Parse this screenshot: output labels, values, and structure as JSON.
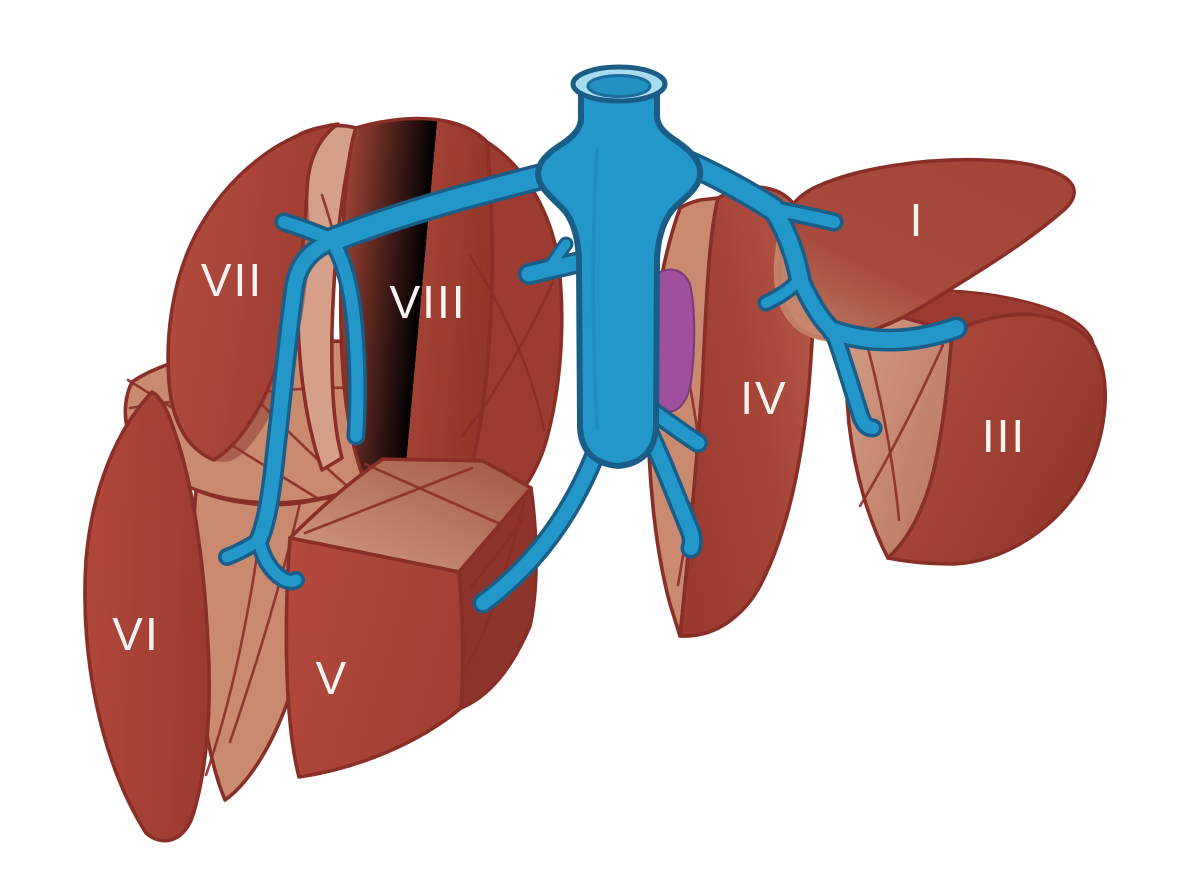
{
  "figure": {
    "kind": "medical-illustration",
    "subject": "Liver segments (Couinaud) exploded view with inferior vena cava and hepatic veins"
  },
  "labels": {
    "segment_1": "I",
    "segment_3": "III",
    "segment_4": "IV",
    "segment_5": "V",
    "segment_6": "VI",
    "segment_7": "VII",
    "segment_8": "VIII"
  },
  "colors": {
    "page-bg": "#ffffff",
    "liver-red": "#b2473c",
    "liver-red-dark": "#9c3b32",
    "liver-red-deep": "#8e342c",
    "cut-surface-tan": "#c98a70",
    "cut-surface-tan-light": "#d4a08a",
    "outline-maroon": "#8a2f27",
    "vessel-blue": "#2397c9",
    "vessel-blue-dark": "#1a5d86",
    "vessel-rim-light": "#a8dcef",
    "vessel-lumen": "#2391c2",
    "lesion-purple": "#a04f9e",
    "label-text": "#f8f4f1"
  }
}
